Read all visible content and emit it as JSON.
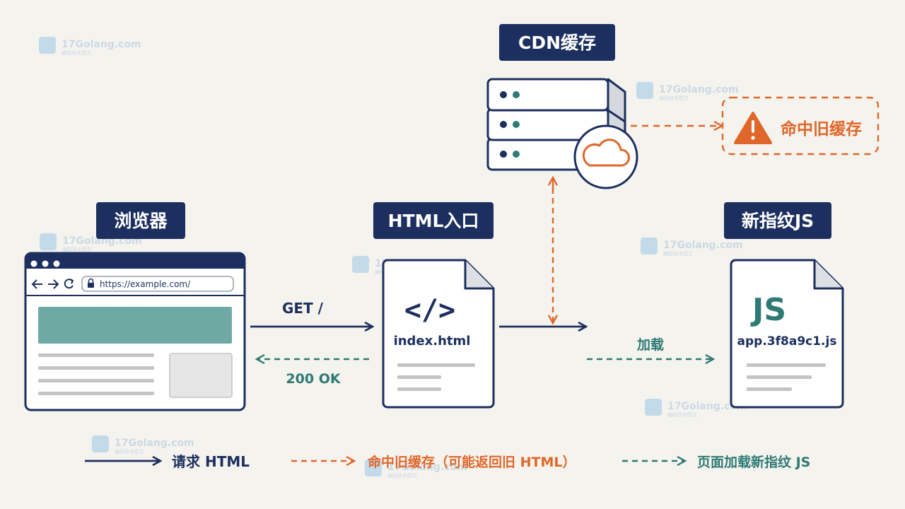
{
  "colors": {
    "navy": "#1c2f5e",
    "teal": "#2e7a74",
    "orange": "#e0672a",
    "teal_fill": "#6ea9a3",
    "gray_line": "#c4c4c4",
    "paper": "#f5f3ee"
  },
  "watermark": {
    "brand": "17Golang.com",
    "tagline": "编程技术图文"
  },
  "nodes": {
    "cdn": {
      "title": "CDN缓存"
    },
    "browser": {
      "title": "浏览器",
      "url": "https://example.com/"
    },
    "html": {
      "title": "HTML入口",
      "code_symbol": "</>",
      "filename": "index.html"
    },
    "js": {
      "title": "新指纹JS",
      "badge": "JS",
      "filename": "app.3f8a9c1.js"
    },
    "stale": {
      "label": "命中旧缓存"
    }
  },
  "arrows": {
    "get": "GET /",
    "ok": "200 OK",
    "load": "加载"
  },
  "legend": {
    "request": "请求 HTML",
    "stale": "命中旧缓存（可能返回旧 HTML）",
    "load": "页面加载新指纹 JS"
  },
  "icons": {
    "browser_back": "arrow-left-icon",
    "browser_forward": "arrow-right-icon",
    "browser_reload": "reload-icon",
    "browser_lock": "lock-icon",
    "cdn_cloud": "cloud-icon",
    "stale_warning": "warning-icon",
    "file_fold": "file-corner-icon"
  }
}
